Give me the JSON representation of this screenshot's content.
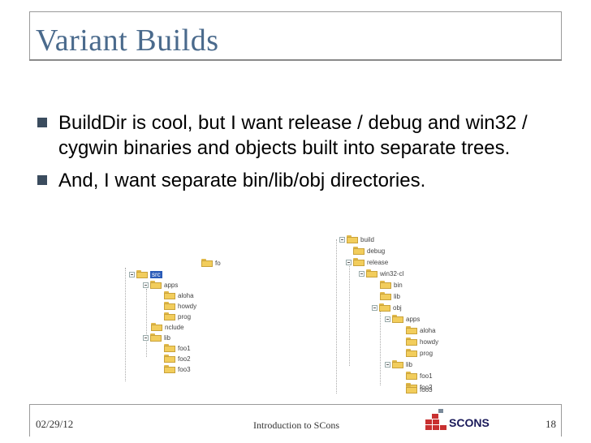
{
  "slide": {
    "title": "Variant Builds",
    "bullets": [
      "BuildDir is cool, but I want release / debug and win32 / cygwin binaries and objects built into separate trees.",
      "And, I want separate bin/lib/obj directories."
    ]
  },
  "footer": {
    "date": "02/29/12",
    "center": "Introduction to SCons",
    "page": "18",
    "logo_text": "SCONS"
  },
  "left_tree": {
    "top_fragment": "fo",
    "nodes": [
      "src",
      "apps",
      "aloha",
      "howdy",
      "prog",
      "nclude",
      "lib",
      "foo1",
      "foo2",
      "foo3"
    ]
  },
  "right_tree": {
    "nodes": [
      "build",
      "debug",
      "release",
      "win32-cl",
      "bin",
      "lib",
      "obj",
      "apps",
      "aloha",
      "howdy",
      "prog",
      "lib",
      "foo1",
      "foo2",
      "foo3"
    ]
  },
  "colors": {
    "title": "#4a6a8c",
    "bullet": "#3b4c5e",
    "folder": "#f2cd5c",
    "selection": "#2a5bb8"
  }
}
